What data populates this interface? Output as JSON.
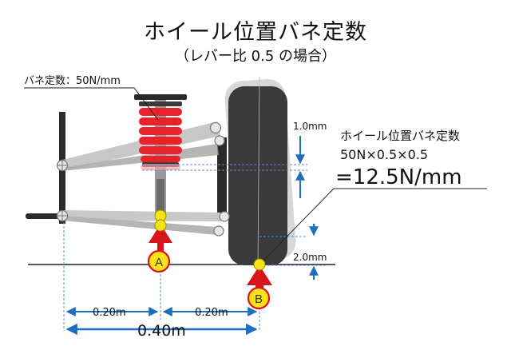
{
  "title": "ホイール位置バネ定数",
  "subtitle": "（レバー比 0.5 の場合）",
  "spring_label": "バネ定数：50N/mm",
  "gap_top_label": "1.0mm",
  "gap_bottom_label": "2.0mm",
  "result": {
    "title": "ホイール位置バネ定数",
    "formula": "50N×0.5×0.5",
    "value": "=12.5N/mm"
  },
  "points": {
    "a": "A",
    "b": "B"
  },
  "dimensions": {
    "left": "0.20m",
    "right": "0.20m",
    "total": "0.40m"
  },
  "colors": {
    "spring": "#e8222a",
    "arrow": "#d8141c",
    "marker": "#f5e317",
    "arm": "#bdbdbd",
    "dimension": "#1f6fc0",
    "tire": "#3a3a3a"
  }
}
